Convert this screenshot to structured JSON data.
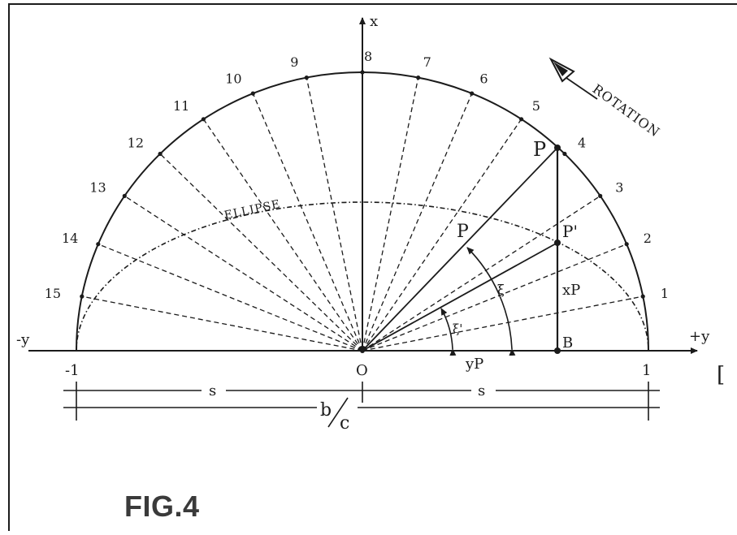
{
  "figure": {
    "caption": "FIG.4",
    "rotation_label": "ROTATION",
    "ellipse_label": "ELLIPSE",
    "axis_labels": {
      "x": "x",
      "pos_y": "+y",
      "neg_y": "-y",
      "origin": "O",
      "pos_one": "1",
      "neg_one": "-1"
    },
    "point_labels": {
      "P": "P",
      "P_prime": "P'",
      "B": "B",
      "xP": "xP",
      "yP": "yP"
    },
    "angle_labels": {
      "xi": "ξ",
      "xi_prime": "ξ'"
    },
    "radius_label": "P",
    "dimension_labels": {
      "s_left": "s",
      "s_right": "s",
      "b_over_c_num": "b",
      "b_over_c_den": "c"
    },
    "edge_mark": "["
  },
  "radials": [
    {
      "label": "1"
    },
    {
      "label": "2"
    },
    {
      "label": "3"
    },
    {
      "label": "4"
    },
    {
      "label": "5"
    },
    {
      "label": "6"
    },
    {
      "label": "7"
    },
    {
      "label": "8"
    },
    {
      "label": "9"
    },
    {
      "label": "10"
    },
    {
      "label": "11"
    },
    {
      "label": "12"
    },
    {
      "label": "13"
    },
    {
      "label": "14"
    },
    {
      "label": "15"
    }
  ],
  "colors": {
    "ink": "#1b1b1b",
    "caption": "#3a3a3a",
    "frame": "#1c1c1c"
  }
}
